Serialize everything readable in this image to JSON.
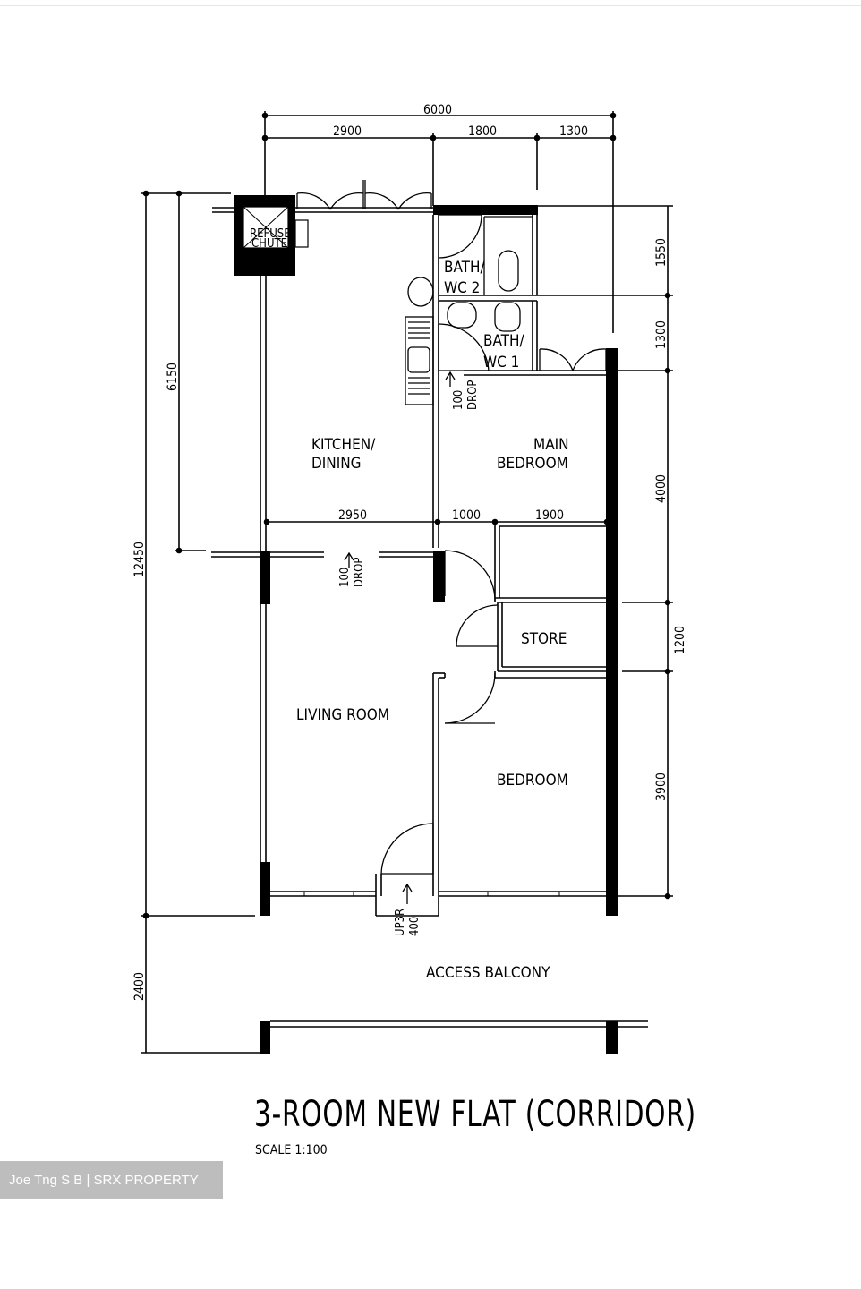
{
  "plan": {
    "title": "3-ROOM NEW FLAT (CORRIDOR)",
    "scale": "SCALE   1:100",
    "rooms": {
      "refuse_chute": [
        "REFUSE",
        "CHUTE"
      ],
      "bath_wc_2": [
        "BATH/",
        "WC  2"
      ],
      "bath_wc_1": [
        "BATH/",
        "WC  1"
      ],
      "kitchen_dining": [
        "KITCHEN/",
        "DINING"
      ],
      "main_bedroom": [
        "MAIN",
        "BEDROOM"
      ],
      "store": "STORE",
      "living_room": "LIVING  ROOM",
      "bedroom": "BEDROOM",
      "access_balcony": "ACCESS   BALCONY"
    },
    "drops": {
      "kitchen": [
        "100",
        "DROP"
      ],
      "living": [
        "100",
        "DROP"
      ],
      "entrance": [
        "UP3R",
        "400"
      ]
    },
    "dimensions": {
      "top_total": "6000",
      "top_segments": [
        "2900",
        "1800",
        "1300"
      ],
      "mid_segments": [
        "2950",
        "1000",
        "1900"
      ],
      "left_total": "12450",
      "left_upper": "6150",
      "left_balcony": "2400",
      "right_segments": [
        "1550",
        "1300",
        "4000",
        "1200",
        "3900"
      ]
    }
  },
  "watermark": "Joe Tng S B | SRX PROPERTY"
}
